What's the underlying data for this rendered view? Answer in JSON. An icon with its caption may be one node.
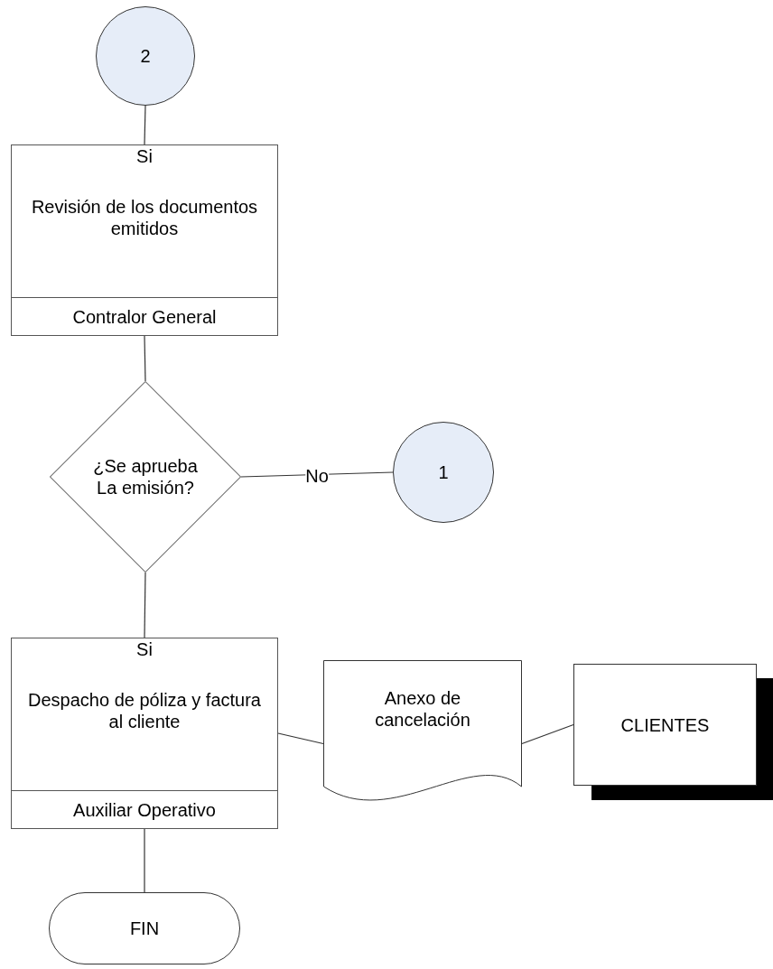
{
  "diagram": {
    "nodes": [
      {
        "text": [
          "2"
        ]
      },
      {
        "text": [
          "Si",
          "Revisión de los documentos emitidos",
          "Contralor General"
        ]
      },
      {
        "text": [
          "¿Se aprueba La emisión?"
        ]
      },
      {
        "text": [
          "1"
        ]
      },
      {
        "text": [
          "Si",
          "Despacho de póliza y factura al cliente",
          "Auxiliar Operativo"
        ]
      },
      {
        "text": [
          "Anexo de cancelación"
        ]
      },
      {
        "text": [
          "CLIENTES"
        ]
      },
      {
        "text": [
          "FIN"
        ]
      }
    ],
    "edges": [
      {
        "from": 0,
        "to": 1,
        "arrow": "none"
      },
      {
        "from": 1,
        "to": 2,
        "arrow": "none"
      },
      {
        "from": 2,
        "to": 3,
        "label": "No",
        "arrow": "none"
      },
      {
        "from": 2,
        "to": 4,
        "arrow": "none"
      },
      {
        "from": 4,
        "to": 5,
        "arrow": "none"
      },
      {
        "from": 5,
        "to": 6,
        "arrow": "none"
      },
      {
        "from": 4,
        "to": 7,
        "arrow": "none"
      }
    ]
  }
}
